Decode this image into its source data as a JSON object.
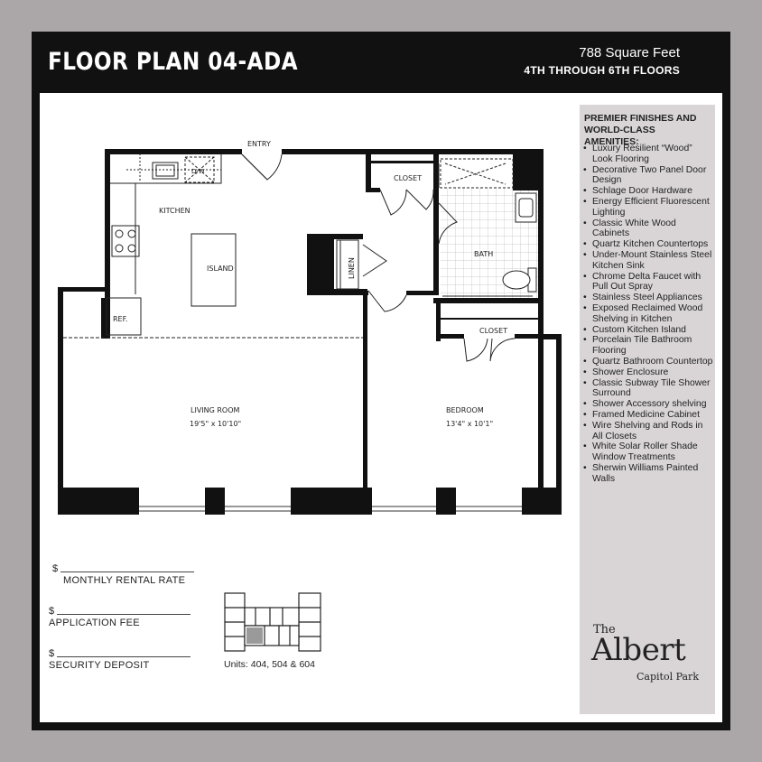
{
  "header": {
    "title": "FLOOR PLAN 04-ADA",
    "square_feet": "788 Square Feet",
    "floors": "4TH THROUGH 6TH FLOORS"
  },
  "rooms": {
    "entry": "ENTRY",
    "kitchen": "KITCHEN",
    "dw": "D/W",
    "island": "ISLAND",
    "ref": "REF.",
    "closet_top": "CLOSET",
    "linen": "LINEN",
    "bath": "BATH",
    "closet_bed": "CLOSET",
    "living_room": "LIVING ROOM",
    "living_room_dims": "19'5\" x 10'10\"",
    "bedroom": "BEDROOM",
    "bedroom_dims": "13'4\" x 10'1\""
  },
  "amenities": {
    "title": "PREMIER  FINISHES AND WORLD-CLASS AMENITIES:",
    "items": [
      "Luxury Resilient “Wood” Look Flooring",
      "Decorative Two Panel Door Design",
      "Schlage Door Hardware",
      "Energy Efficient Fluorescent Lighting",
      "Classic White Wood Cabinets",
      "Quartz Kitchen Countertops",
      "Under-Mount Stainless Steel Kitchen Sink",
      "Chrome Delta Faucet with Pull Out Spray",
      "Stainless Steel Appliances",
      "Exposed Reclaimed Wood Shelving in Kitchen",
      "Custom Kitchen Island",
      "Porcelain Tile Bathroom Flooring",
      "Quartz Bathroom Countertop",
      "Shower Enclosure",
      "Classic Subway Tile Shower Surround",
      "Shower Accessory shelving",
      "Framed Medicine Cabinet",
      "Wire Shelving and Rods in All Closets",
      "White Solar Roller Shade Window Treatments",
      "Sherwin Williams Painted Walls"
    ]
  },
  "fees": {
    "currency": "$",
    "monthly_rent": "MONTHLY RENTAL RATE",
    "application_fee": "APPLICATION FEE",
    "security_deposit": "SECURITY DEPOSIT"
  },
  "units": "Units: 404, 504 & 604",
  "logo": {
    "the": "The",
    "name": "Albert",
    "location": "Capitol Park"
  },
  "colors": {
    "frame": "#111111",
    "background": "#aba7a8",
    "sidebar": "#d9d5d6",
    "highlight_unit": "#9a9a9a"
  }
}
